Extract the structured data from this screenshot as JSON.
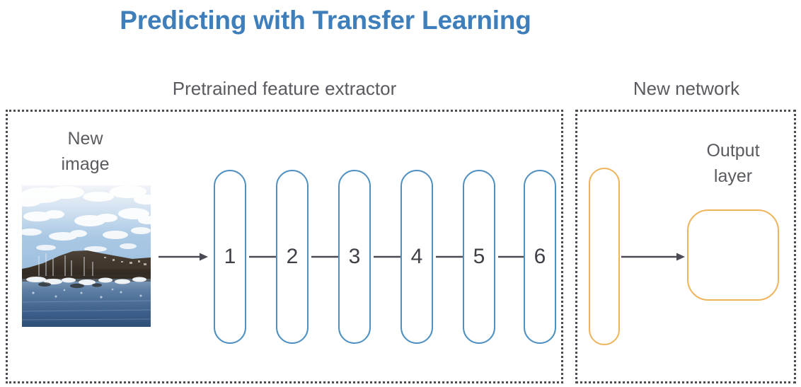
{
  "title": "Predicting with Transfer Learning",
  "colors": {
    "title": "#3d7ebb",
    "caption": "#5a5a60",
    "pill_stroke": "#4f90c2",
    "orange_stroke": "#eeb45c",
    "arrow": "#4b4b55",
    "panel_border": "#4b4b52"
  },
  "sections": {
    "pretrained": {
      "caption": "Pretrained feature extractor"
    },
    "new_network": {
      "caption": "New network"
    }
  },
  "input": {
    "label_line1": "New",
    "label_line2": "image",
    "image_alt": "harbor-photo"
  },
  "layers": [
    {
      "label": "1"
    },
    {
      "label": "2"
    },
    {
      "label": "3"
    },
    {
      "label": "4"
    },
    {
      "label": "5"
    },
    {
      "label": "6"
    }
  ],
  "new_network": {
    "hidden_layer_label": "",
    "output_label_line1": "Output",
    "output_label_line2": "layer"
  },
  "icons": {
    "arrow": "arrow-right-icon",
    "photo": "photo-thumbnail-icon"
  }
}
